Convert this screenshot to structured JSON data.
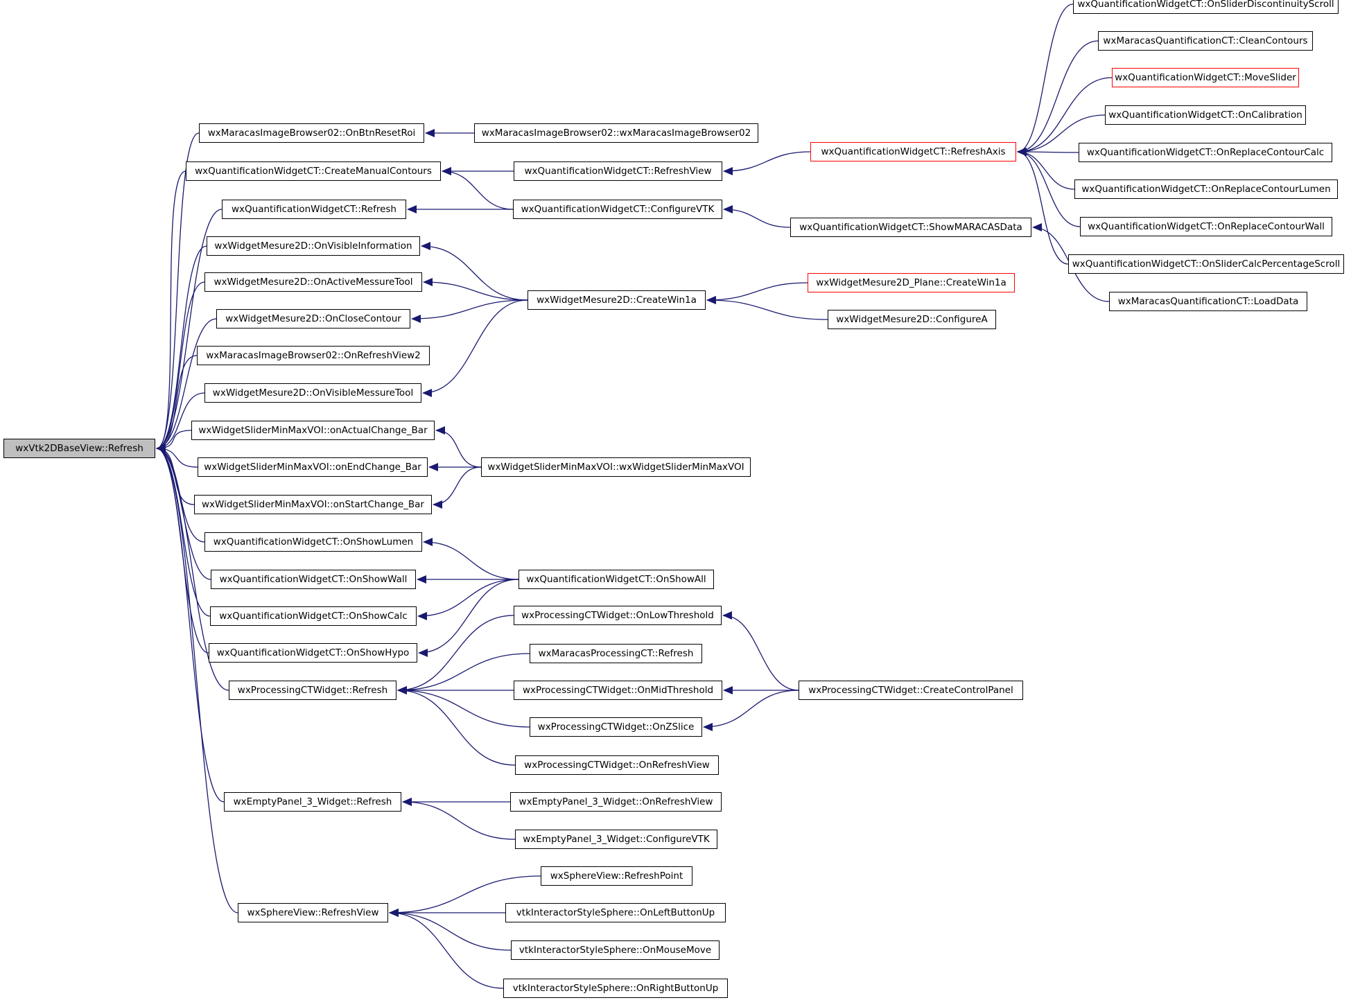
{
  "graph": {
    "type": "doxygen-caller-graph",
    "edge_color": "#191970",
    "root": "wxVtk2DBaseView::Refresh",
    "nodes": [
      {
        "id": "n0",
        "label": "wxVtk2DBaseView::Refresh",
        "style": "root"
      },
      {
        "id": "n1",
        "label": "wxMaracasImageBrowser02::OnBtnResetRoi"
      },
      {
        "id": "n2",
        "label": "wxQuantificationWidgetCT::CreateManualContours"
      },
      {
        "id": "n3",
        "label": "wxQuantificationWidgetCT::Refresh"
      },
      {
        "id": "n4",
        "label": "wxWidgetMesure2D::OnVisibleInformation"
      },
      {
        "id": "n5",
        "label": "wxWidgetMesure2D::OnActiveMessureTool"
      },
      {
        "id": "n6",
        "label": "wxWidgetMesure2D::OnCloseContour"
      },
      {
        "id": "n7",
        "label": "wxMaracasImageBrowser02::OnRefreshView2"
      },
      {
        "id": "n8",
        "label": "wxWidgetMesure2D::OnVisibleMessureTool"
      },
      {
        "id": "n9",
        "label": "wxWidgetSliderMinMaxVOI::onActualChange_Bar"
      },
      {
        "id": "n10",
        "label": "wxWidgetSliderMinMaxVOI::onEndChange_Bar"
      },
      {
        "id": "n11",
        "label": "wxWidgetSliderMinMaxVOI::onStartChange_Bar"
      },
      {
        "id": "n12",
        "label": "wxQuantificationWidgetCT::OnShowLumen"
      },
      {
        "id": "n13",
        "label": "wxQuantificationWidgetCT::OnShowWall"
      },
      {
        "id": "n14",
        "label": "wxQuantificationWidgetCT::OnShowCalc"
      },
      {
        "id": "n15",
        "label": "wxQuantificationWidgetCT::OnShowHypo"
      },
      {
        "id": "n16",
        "label": "wxProcessingCTWidget::Refresh"
      },
      {
        "id": "n17",
        "label": "wxEmptyPanel_3_Widget::Refresh"
      },
      {
        "id": "n18",
        "label": "wxSphereView::RefreshView"
      },
      {
        "id": "n19",
        "label": "wxMaracasImageBrowser02::wxMaracasImageBrowser02"
      },
      {
        "id": "n20",
        "label": "wxQuantificationWidgetCT::RefreshView"
      },
      {
        "id": "n21",
        "label": "wxQuantificationWidgetCT::ConfigureVTK"
      },
      {
        "id": "n22",
        "label": "wxWidgetMesure2D::CreateWin1a"
      },
      {
        "id": "n23",
        "label": "wxWidgetSliderMinMaxVOI::wxWidgetSliderMinMaxVOI"
      },
      {
        "id": "n24",
        "label": "wxQuantificationWidgetCT::OnShowAll"
      },
      {
        "id": "n25",
        "label": "wxProcessingCTWidget::OnLowThreshold"
      },
      {
        "id": "n26",
        "label": "wxMaracasProcessingCT::Refresh"
      },
      {
        "id": "n27",
        "label": "wxProcessingCTWidget::OnMidThreshold"
      },
      {
        "id": "n28",
        "label": "wxProcessingCTWidget::OnZSlice"
      },
      {
        "id": "n29",
        "label": "wxProcessingCTWidget::OnRefreshView"
      },
      {
        "id": "n30",
        "label": "wxEmptyPanel_3_Widget::OnRefreshView"
      },
      {
        "id": "n31",
        "label": "wxEmptyPanel_3_Widget::ConfigureVTK"
      },
      {
        "id": "n32",
        "label": "wxSphereView::RefreshPoint"
      },
      {
        "id": "n33",
        "label": "vtkInteractorStyleSphere::OnLeftButtonUp"
      },
      {
        "id": "n34",
        "label": "vtkInteractorStyleSphere::OnMouseMove"
      },
      {
        "id": "n35",
        "label": "vtkInteractorStyleSphere::OnRightButtonUp"
      },
      {
        "id": "n36",
        "label": "wxQuantificationWidgetCT::RefreshAxis",
        "style": "red"
      },
      {
        "id": "n37",
        "label": "wxQuantificationWidgetCT::ShowMARACASData"
      },
      {
        "id": "n38",
        "label": "wxWidgetMesure2D_Plane::CreateWin1a",
        "style": "red"
      },
      {
        "id": "n39",
        "label": "wxWidgetMesure2D::ConfigureA"
      },
      {
        "id": "n40",
        "label": "wxProcessingCTWidget::CreateControlPanel"
      },
      {
        "id": "n41",
        "label": "wxQuantificationWidgetCT::OnSliderDiscontinuityScroll"
      },
      {
        "id": "n42",
        "label": "wxMaracasQuantificationCT::CleanContours"
      },
      {
        "id": "n43",
        "label": "wxQuantificationWidgetCT::MoveSlider",
        "style": "red"
      },
      {
        "id": "n44",
        "label": "wxQuantificationWidgetCT::OnCalibration"
      },
      {
        "id": "n45",
        "label": "wxQuantificationWidgetCT::OnReplaceContourCalc"
      },
      {
        "id": "n46",
        "label": "wxQuantificationWidgetCT::OnReplaceContourLumen"
      },
      {
        "id": "n47",
        "label": "wxQuantificationWidgetCT::OnReplaceContourWall"
      },
      {
        "id": "n48",
        "label": "wxQuantificationWidgetCT::OnSliderCalcPercentageScroll"
      },
      {
        "id": "n49",
        "label": "wxMaracasQuantificationCT::LoadData"
      }
    ],
    "edges": [
      [
        "n1",
        "n0"
      ],
      [
        "n2",
        "n0"
      ],
      [
        "n3",
        "n0"
      ],
      [
        "n4",
        "n0"
      ],
      [
        "n5",
        "n0"
      ],
      [
        "n6",
        "n0"
      ],
      [
        "n7",
        "n0"
      ],
      [
        "n8",
        "n0"
      ],
      [
        "n9",
        "n0"
      ],
      [
        "n10",
        "n0"
      ],
      [
        "n11",
        "n0"
      ],
      [
        "n12",
        "n0"
      ],
      [
        "n13",
        "n0"
      ],
      [
        "n14",
        "n0"
      ],
      [
        "n15",
        "n0"
      ],
      [
        "n16",
        "n0"
      ],
      [
        "n17",
        "n0"
      ],
      [
        "n18",
        "n0"
      ],
      [
        "n19",
        "n1"
      ],
      [
        "n20",
        "n2"
      ],
      [
        "n21",
        "n2"
      ],
      [
        "n21",
        "n3"
      ],
      [
        "n22",
        "n4"
      ],
      [
        "n22",
        "n5"
      ],
      [
        "n22",
        "n6"
      ],
      [
        "n22",
        "n8"
      ],
      [
        "n23",
        "n9"
      ],
      [
        "n23",
        "n10"
      ],
      [
        "n23",
        "n11"
      ],
      [
        "n24",
        "n12"
      ],
      [
        "n24",
        "n13"
      ],
      [
        "n24",
        "n14"
      ],
      [
        "n24",
        "n15"
      ],
      [
        "n25",
        "n16"
      ],
      [
        "n26",
        "n16"
      ],
      [
        "n27",
        "n16"
      ],
      [
        "n28",
        "n16"
      ],
      [
        "n29",
        "n16"
      ],
      [
        "n30",
        "n17"
      ],
      [
        "n31",
        "n17"
      ],
      [
        "n32",
        "n18"
      ],
      [
        "n33",
        "n18"
      ],
      [
        "n34",
        "n18"
      ],
      [
        "n35",
        "n18"
      ],
      [
        "n36",
        "n20"
      ],
      [
        "n37",
        "n21"
      ],
      [
        "n38",
        "n22"
      ],
      [
        "n39",
        "n22"
      ],
      [
        "n40",
        "n25"
      ],
      [
        "n40",
        "n27"
      ],
      [
        "n40",
        "n28"
      ],
      [
        "n41",
        "n36"
      ],
      [
        "n42",
        "n36"
      ],
      [
        "n43",
        "n36"
      ],
      [
        "n44",
        "n36"
      ],
      [
        "n45",
        "n36"
      ],
      [
        "n46",
        "n36"
      ],
      [
        "n47",
        "n36"
      ],
      [
        "n48",
        "n36"
      ],
      [
        "n49",
        "n37"
      ]
    ]
  }
}
